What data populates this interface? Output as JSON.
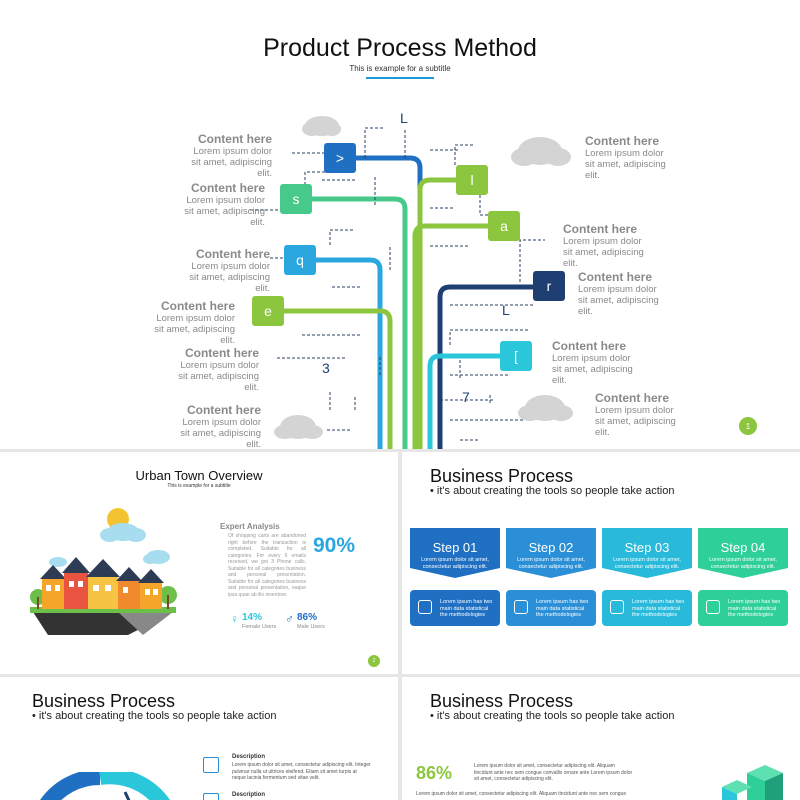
{
  "slide1": {
    "title": "Product Process Method",
    "subtitle": "This is example  for a subtitle",
    "content_heading": "Content here",
    "content_lines": [
      "Lorem ipsum dolor",
      "sit amet, adipiscing",
      "elit."
    ],
    "tags": {
      "t1": ">",
      "t2": "s",
      "t3": "q",
      "t4": "e",
      "t5": "l",
      "t6": "a",
      "t7": "r",
      "t8": "["
    },
    "floating_labels": {
      "L1": "L",
      "L2": "L",
      "n3": "3",
      "n7": "7"
    },
    "page_number": "1",
    "colors": {
      "navy": "#1f3f73",
      "blue": "#1f6fc2",
      "sky": "#2aa7de",
      "teal": "#29c7d9",
      "green": "#46c98a",
      "lime": "#8cc63f"
    }
  },
  "slide2": {
    "title": "Urban Town Overview",
    "subtitle": "This is example  for a subtitle",
    "section_heading": "Expert Analysis",
    "paragraph": "Of shopping carts are abandoned right before the transaction is completed. Suitable for all categories. For every 6 emails received, we got 3 Phone calls. Suitable for all categories business and personal presentation. Suitable for all categories business and personal presentation, eaque ipsa quae ab illo inventore.",
    "big_percent": "90%",
    "stat1_value": "14%",
    "stat1_label": "Female Users",
    "stat2_value": "86%",
    "stat2_label": "Male Users",
    "page_number": "2"
  },
  "slide3": {
    "title": "Business Process",
    "subtitle": "• it's about creating the tools so people take action",
    "steps": [
      {
        "label": "Step 01",
        "desc": "Lorem ipsum dolor sit amet, consectetur adipiscing elit.",
        "box_text": "Lorem ipsum has two main data statistical the methodologies",
        "icon": "coins-icon",
        "color": "#1f6fc2"
      },
      {
        "label": "Step 02",
        "desc": "Lorem ipsum dolor sit amet, consectetur adipiscing elit.",
        "box_text": "Lorem ipsum has two main data statistical the methodologies",
        "icon": "calendar-icon",
        "color": "#2a8fd6"
      },
      {
        "label": "Step 03",
        "desc": "Lorem ipsum dolor sit amet, consectetur adipiscing elit.",
        "box_text": "Lorem ipsum has two main data statistical the methodologies",
        "icon": "shield-icon",
        "color": "#29b9da"
      },
      {
        "label": "Step 04",
        "desc": "Lorem ipsum dolor sit amet, consectetur adipiscing elit.",
        "box_text": "Lorem ipsum has two main data statistical the methodologies",
        "icon": "cloud-icon",
        "color": "#2fcf9a"
      }
    ]
  },
  "slide4": {
    "title": "Business Process",
    "subtitle": "• it's about creating the tools so people take action",
    "desc_heading": "Description",
    "desc_text": "Lorem ipsum dolor sit amet, consectetur adipiscing elit. Integer pulvinar nulla ut ultrices eleifend. Etiam sit amet turpis at neque lacinia fermentum sed vitae velit."
  },
  "slide5": {
    "title": "Business Process",
    "subtitle": "• it's about creating the tools so people take action",
    "percent": "86%",
    "para1": "Lorem ipsum dolor sit amet, consectetur adipiscing elit. Aliquam tincidunt ante nec sem congue convallis ornare ante Lorem ipsum dolor sit amet, consectetur adipiscing elit.",
    "para2": "Lorem ipsum dolor sit amet, consectetur adipiscing elit. Aliquam tincidunt ante nec sem congue"
  }
}
